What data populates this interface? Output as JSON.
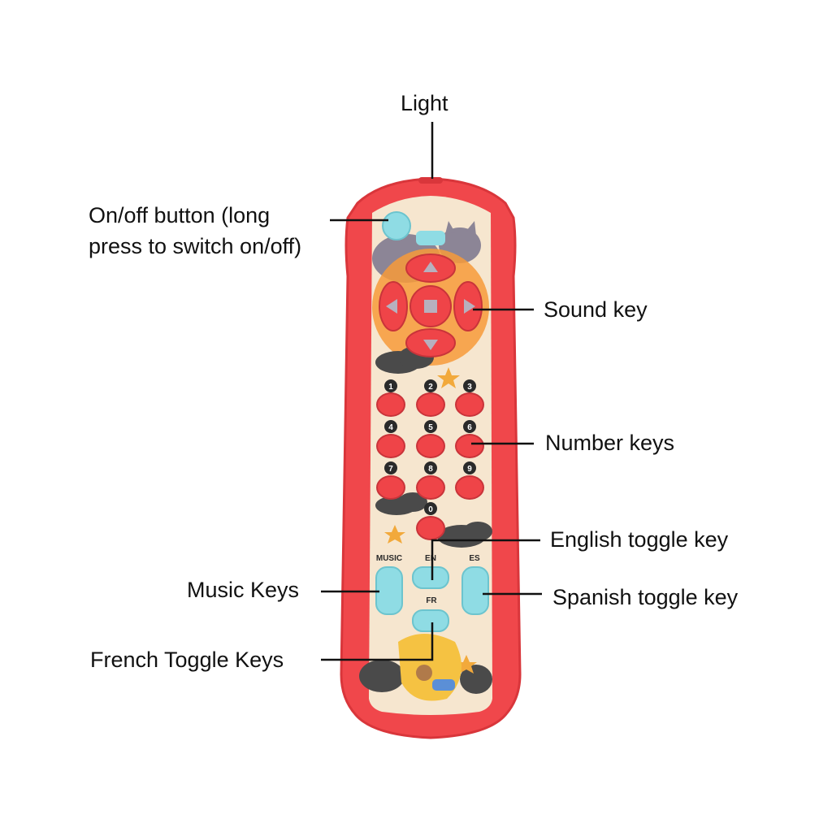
{
  "callouts": {
    "light": "Light",
    "onoff_line1": "On/off button (long",
    "onoff_line2": "press to switch on/off)",
    "sound": "Sound key",
    "number": "Number keys",
    "english": "English toggle key",
    "music": "Music Keys",
    "spanish": "Spanish toggle key",
    "french": "French Toggle Keys"
  },
  "remote": {
    "number_labels": [
      "1",
      "2",
      "3",
      "4",
      "5",
      "6",
      "7",
      "8",
      "9",
      "0"
    ],
    "music_label": "MUSIC",
    "en_label": "EN",
    "es_label": "ES",
    "fr_label": "FR"
  },
  "colors": {
    "shell": "#f0474b",
    "shell_dark": "#d9363b",
    "panel": "#f6e6cf",
    "key_red": "#ef4448",
    "key_cyan": "#8fdce4",
    "moon": "#f79a3a",
    "cloud": "#4a4a4a",
    "star": "#f2a93b",
    "badge": "#2a2a2a",
    "line": "#111111"
  }
}
